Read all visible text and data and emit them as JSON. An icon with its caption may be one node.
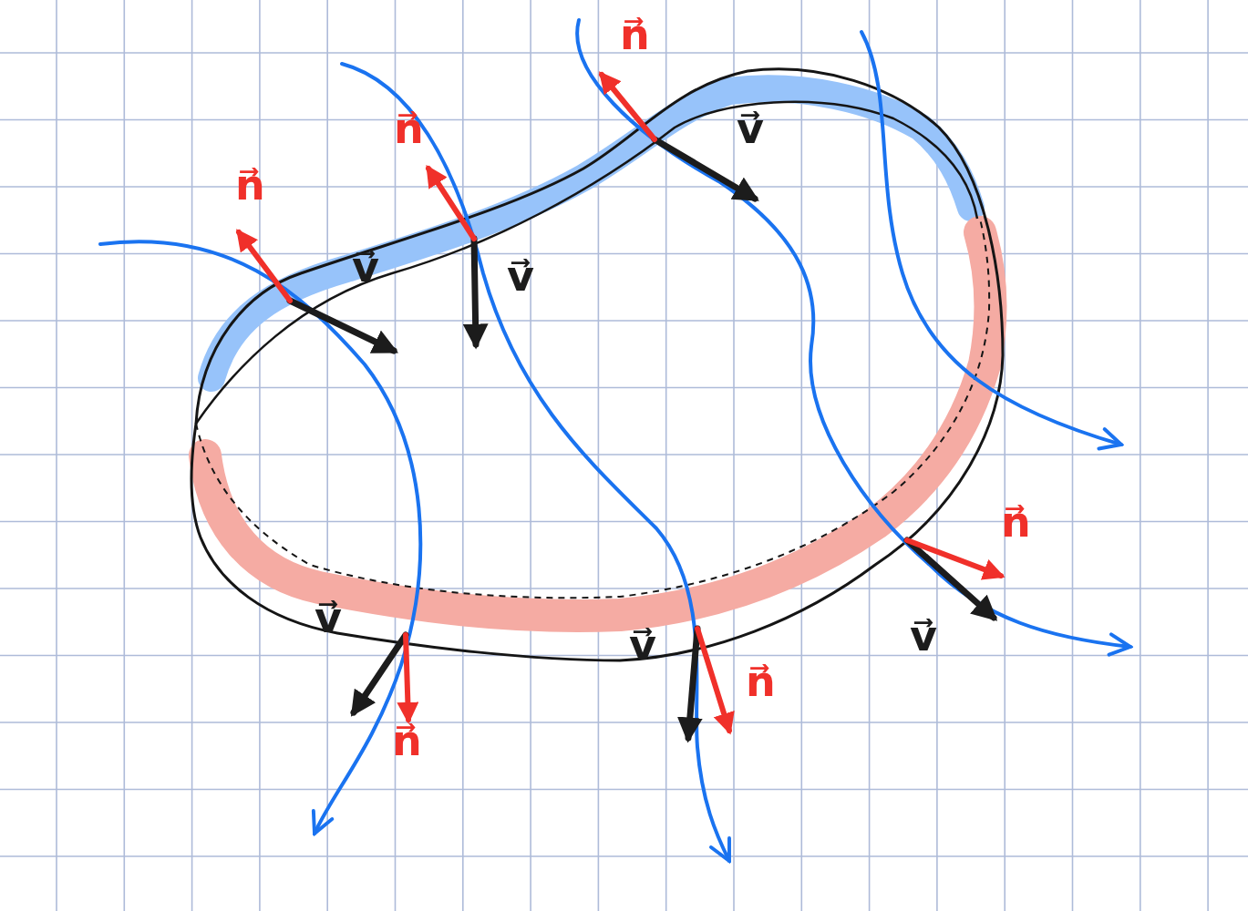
{
  "diagram": {
    "labels": [
      "n⃗",
      "n⃗",
      "v⃗",
      "n⃗",
      "v⃗",
      "v⃗",
      "n⃗",
      "v⃗",
      "v⃗",
      "v⃗",
      "n⃗",
      "n⃗"
    ]
  }
}
